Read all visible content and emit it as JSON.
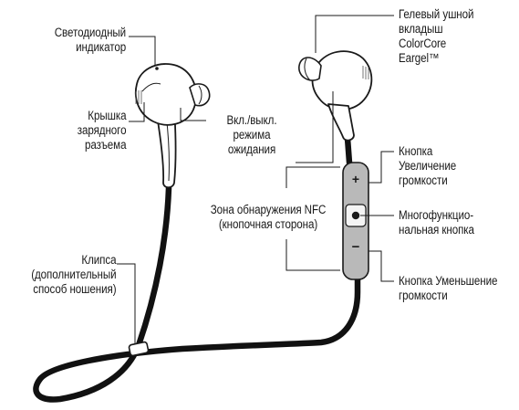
{
  "labels": {
    "led": "Светодиодный\nиндикатор",
    "charge_cover": "Крышка\nзарядного\nразъема",
    "clip": "Клипса\n(дополнительный\nспособ ношения)",
    "standby": "Вкл./выкл.\nрежима\nожидания",
    "eargel": "Гелевый ушной\nвкладыш\nColorCore\nEargel™",
    "vol_up": "Кнопка\nУвеличение\nгромкости",
    "nfc": "Зона обнаружения NFC\n(кнопочная сторона)",
    "multi": "Многофункцио-\nнальная кнопка",
    "vol_down": "Кнопка Уменьшение\nгромкости"
  },
  "symbols": {
    "plus": "+",
    "minus": "−"
  },
  "colors": {
    "line": "#1a1a1a",
    "cable": "#111111",
    "remote": "#b9b9b9",
    "earbud": "#ffffff"
  }
}
